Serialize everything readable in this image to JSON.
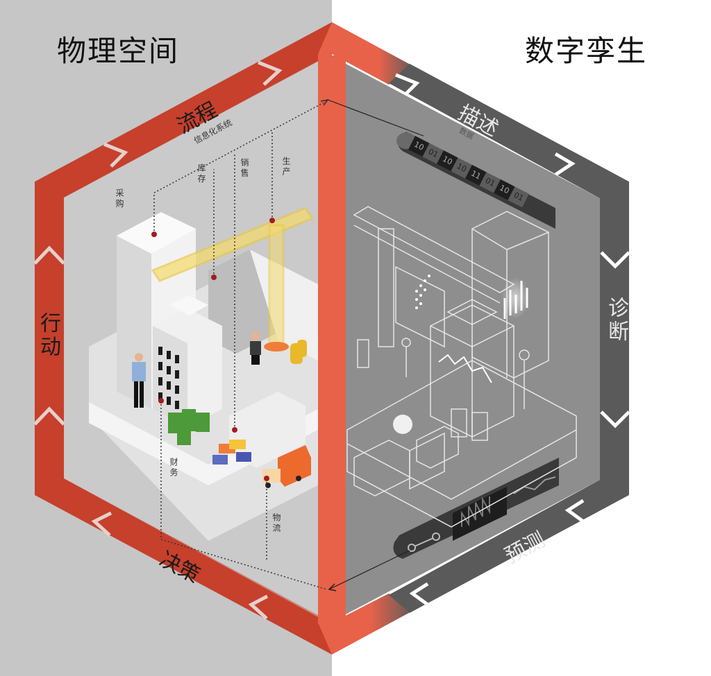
{
  "titles": {
    "physical_space": "物理空间",
    "digital_twin": "数字孪生"
  },
  "left_cycle": {
    "top": "流程",
    "top_sub": "信息化系统",
    "left": "行动",
    "bottom": "决策"
  },
  "right_cycle": {
    "top": "描述",
    "top_sub": "数据",
    "right": "诊断",
    "bottom": "预测"
  },
  "departments": {
    "purchase": "采购",
    "inventory": "库存",
    "sales": "销售",
    "production": "生产",
    "finance": "财务",
    "logistics": "物流"
  },
  "data_strip": {
    "bits": [
      "10",
      "01",
      "10",
      "10",
      "11",
      "01",
      "10",
      "01"
    ]
  },
  "colors": {
    "orange": "#e8624a",
    "dark_red": "#c6402c",
    "dark_gray": "#5a5a5a",
    "panel_gray": "#8e8e8e",
    "left_bg": "#c6c6c6",
    "building_white": "#efefef",
    "crane_yellow": "#f5dc6a"
  }
}
